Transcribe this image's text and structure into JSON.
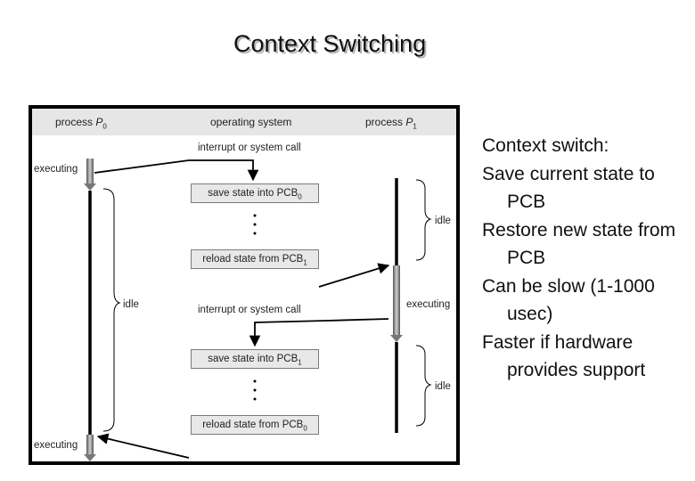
{
  "slide": {
    "title": "Context Switching"
  },
  "diagram": {
    "header": {
      "p0_label": "process",
      "p0_symbol": "P",
      "p0_sub": "0",
      "os_label": "operating system",
      "p1_label": "process",
      "p1_symbol": "P",
      "p1_sub": "1"
    },
    "interrupt_label_1": "interrupt or system call",
    "interrupt_label_2": "interrupt or system call",
    "boxes": {
      "save_1_text": "save state into PCB",
      "save_1_sub": "0",
      "reload_1_text": "reload state from PCB",
      "reload_1_sub": "1",
      "save_2_text": "save state into PCB",
      "save_2_sub": "1",
      "reload_2_text": "reload state from PCB",
      "reload_2_sub": "0"
    },
    "states": {
      "p0_exec_top": "executing",
      "p0_idle": "idle",
      "p0_exec_bottom": "executing",
      "p1_idle_top": "idle",
      "p1_exec": "executing",
      "p1_idle_bottom": "idle"
    }
  },
  "bullets": [
    "Context switch:",
    "Save current state to PCB",
    "Restore new state from PCB",
    "Can be slow (1-1000 usec)",
    "Faster if hardware provides support"
  ]
}
